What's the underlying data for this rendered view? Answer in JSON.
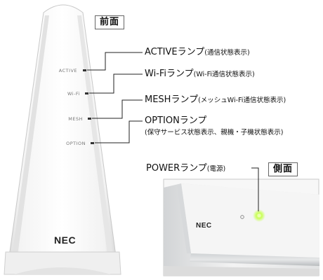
{
  "labels": {
    "front": "前面",
    "side": "側面"
  },
  "device": {
    "brand": "NEC",
    "led_labels": [
      "ACTIVE",
      "Wi-Fi",
      "MESH",
      "OPTION"
    ],
    "power_led_color": "#c9ff5a"
  },
  "annotations": [
    {
      "main": "ACTIVEランプ",
      "sub": "(通信状態表示)"
    },
    {
      "main": "Wi-Fiランプ",
      "sub": "(Wi-Fi通信状態表示)"
    },
    {
      "main": "MESHランプ",
      "sub": "(メッシュWi-Fi通信状態表示)"
    },
    {
      "main": "OPTIONランプ",
      "sub": "",
      "line2": "(保守サービス状態表示、親機・子機状態表示)"
    },
    {
      "main": "POWERランプ",
      "sub": "(電源)"
    }
  ]
}
